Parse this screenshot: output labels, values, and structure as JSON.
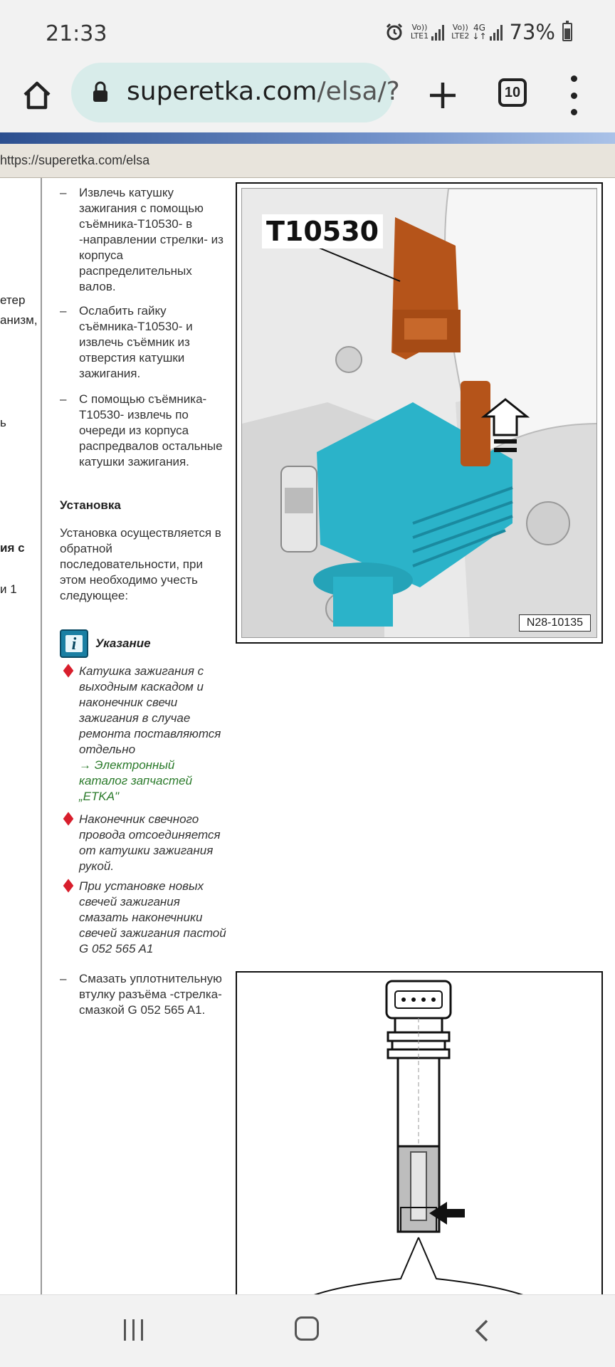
{
  "status_bar": {
    "time": "21:33",
    "sim1_label": "Vo))\nLTE1",
    "sim2_label": "Vo))\nLTE2",
    "net_label": "4G\n↓↑",
    "battery": "73%",
    "icons": [
      "alarm-icon",
      "signal-icon",
      "battery-icon"
    ]
  },
  "browser": {
    "url_host": "superetka.com",
    "url_path": "/elsa/?",
    "tab_count": "10",
    "icons": [
      "home-icon",
      "lock-icon",
      "plus-icon",
      "tabs-icon",
      "more-icon"
    ]
  },
  "page": {
    "address_strip": "https://superetka.com/elsa",
    "sidebar_fragments": [
      "етер",
      "анизм,",
      "ь",
      "ия с",
      "и 1"
    ],
    "steps": [
      "Извлечь катушку зажигания с помощью съёмника-T10530- в -направлении стрелки- из корпуса распределительных валов.",
      "Ослабить гайку съёмника-T10530- и извлечь съёмник из отверстия катушки зажигания.",
      "С помощью съёмника-T10530- извлечь по очереди из корпуса распредвалов остальные катушки зажигания."
    ],
    "dash": "–",
    "install_heading": "Установка",
    "install_text": "Установка осуществляется в обратной последовательности, при этом необходимо учесть следующее:",
    "note_title": "Указание",
    "note_icon_glyph": "i",
    "bullets": [
      {
        "text": "Катушка зажигания с выходным каскадом и наконечник свечи зажигания в случае ремонта поставляются отдельно",
        "link": "→ Электронный каталог запчастей „ETKA\""
      },
      {
        "text": "Наконечник свечного провода отсоединяется от катушки зажигания рукой.",
        "link": ""
      },
      {
        "text": "При установке новых свечей зажигания смазать наконечники свечей зажигания пастой G 052 565 A1",
        "link": ""
      }
    ],
    "last_step": "Смазать уплотнительную втулку разъёма -стрелка- смазкой G 052 565 A1.",
    "figure1": {
      "label": "T10530",
      "code": "N28-10135"
    },
    "colors": {
      "coil": "#2bb3c9",
      "tool": "#b5541a",
      "note_diamond": "#d81e2c",
      "link": "#2a7a2a"
    }
  },
  "nav_bar": {
    "icons": [
      "recent-apps-icon",
      "home-circle-icon",
      "back-icon"
    ]
  }
}
